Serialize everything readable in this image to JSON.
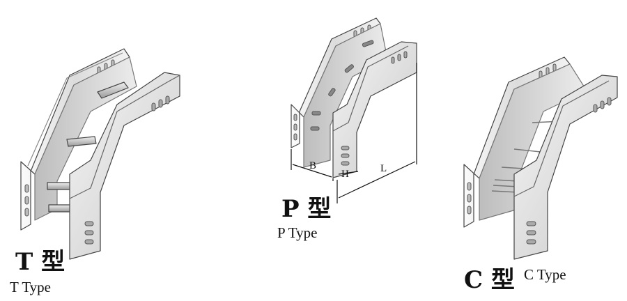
{
  "labels": {
    "t_big": "T 型",
    "t_small": "T Type",
    "p_big": "P 型",
    "p_small": "P Type",
    "c_big": "C 型",
    "c_small": "C Type"
  },
  "dimensions": {
    "b": "B",
    "h": "H",
    "l": "L"
  }
}
